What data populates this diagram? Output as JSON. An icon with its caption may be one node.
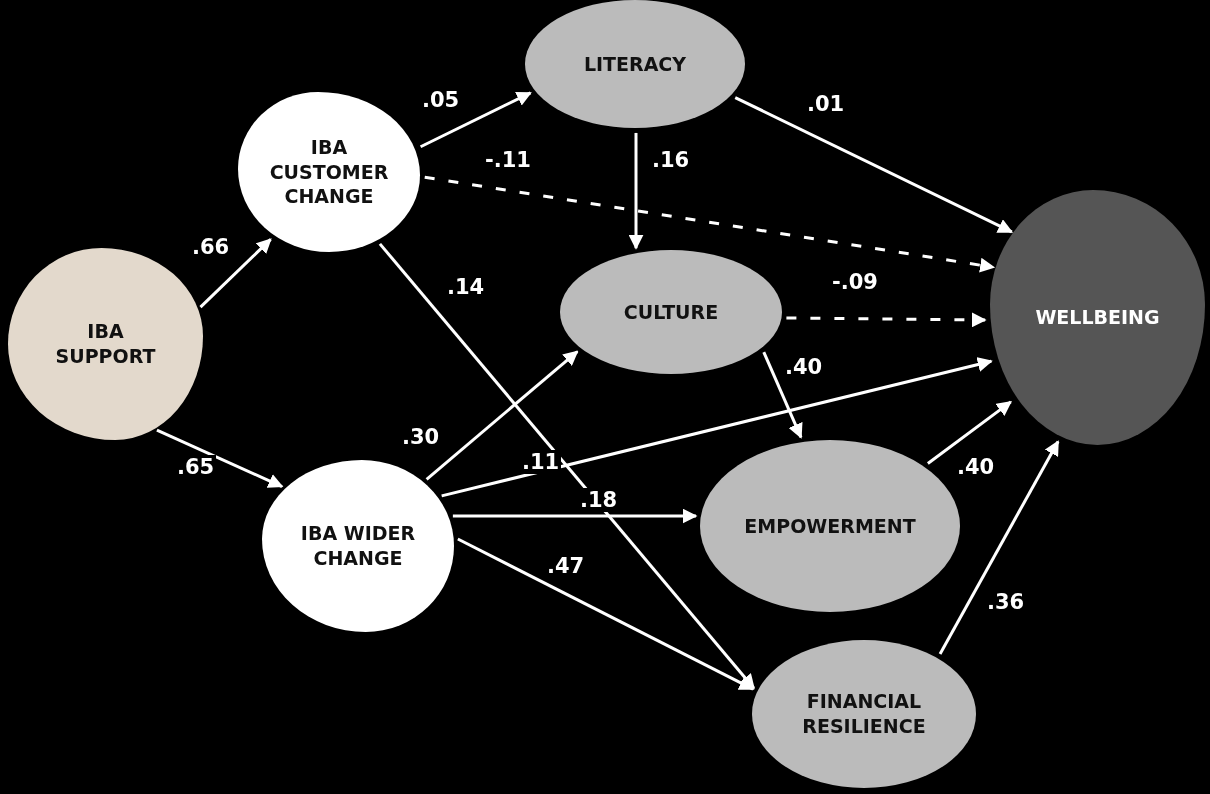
{
  "diagram": {
    "nodes": [
      {
        "text": [
          "IBA SUPPORT"
        ]
      },
      {
        "text": [
          "IBA CUSTOMER CHANGE"
        ]
      },
      {
        "text": [
          "IBA WIDER CHANGE"
        ]
      },
      {
        "text": [
          "LITERACY"
        ]
      },
      {
        "text": [
          "CULTURE"
        ]
      },
      {
        "text": [
          "EMPOWERMENT"
        ]
      },
      {
        "text": [
          "FINANCIAL RESILIENCE"
        ]
      },
      {
        "text": [
          "WELLBEING"
        ]
      }
    ],
    "edges": [
      {
        "from": 0,
        "to": 1,
        "arrow": "to",
        "label": ".66"
      },
      {
        "from": 0,
        "to": 2,
        "arrow": "to",
        "label": ".65"
      },
      {
        "from": 1,
        "to": 3,
        "arrow": "to",
        "label": ".05"
      },
      {
        "from": 1,
        "to": 7,
        "arrow": "to",
        "label": "-.11",
        "style": "dashed"
      },
      {
        "from": 1,
        "to": 6,
        "arrow": "to",
        "label": ".14"
      },
      {
        "from": 3,
        "to": 7,
        "arrow": "to",
        "label": ".01"
      },
      {
        "from": 3,
        "to": 4,
        "arrow": "to",
        "label": ".16"
      },
      {
        "from": 4,
        "to": 7,
        "arrow": "to",
        "label": "-.09",
        "style": "dashed"
      },
      {
        "from": 4,
        "to": 5,
        "arrow": "to",
        "label": ".40"
      },
      {
        "from": 2,
        "to": 4,
        "arrow": "to",
        "label": ".30"
      },
      {
        "from": 2,
        "to": 7,
        "arrow": "to",
        "label": ".11"
      },
      {
        "from": 2,
        "to": 5,
        "arrow": "to",
        "label": ".18"
      },
      {
        "from": 2,
        "to": 6,
        "arrow": "to",
        "label": ".47"
      },
      {
        "from": 5,
        "to": 7,
        "arrow": "to",
        "label": ".40"
      },
      {
        "from": 6,
        "to": 7,
        "arrow": "to",
        "label": ".36"
      }
    ]
  }
}
